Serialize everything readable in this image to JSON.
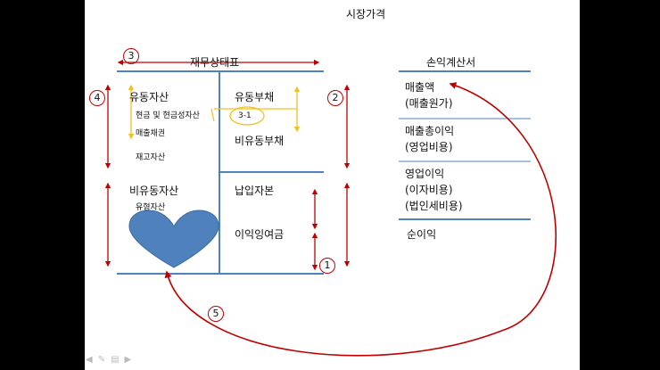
{
  "slide": {
    "market_price": "시장가격",
    "balance_sheet": {
      "title": "재무상태표",
      "current_assets": "유동자산",
      "cash": "현금 및 현금성자산",
      "receivables": "매출채권",
      "inventory": "재고자산",
      "noncurrent_assets": "비유동자산",
      "tangible_assets": "유형자산",
      "current_liabilities": "유동부채",
      "noncurrent_liabilities": "비유동부채",
      "paid_in_capital": "납입자본",
      "retained_earnings": "이익잉여금",
      "callout": "3-1"
    },
    "income_statement": {
      "title": "손익계산서",
      "sales": "매출액",
      "cogs": "(매출원가)",
      "gross_profit": "매출총이익",
      "sga": "(영업비용)",
      "operating_income": "영업이익",
      "interest": "(이자비용)",
      "tax": "(법인세비용)",
      "net_income": "순이익"
    },
    "markers": [
      "1",
      "2",
      "3",
      "4",
      "5"
    ]
  },
  "colors": {
    "line": "#4f81bd",
    "arrow": "#c00000",
    "accent": "#f0c020",
    "heart": "#4f81bd"
  },
  "controls": [
    "prev-icon",
    "pen-icon",
    "menu-icon",
    "next-icon"
  ]
}
